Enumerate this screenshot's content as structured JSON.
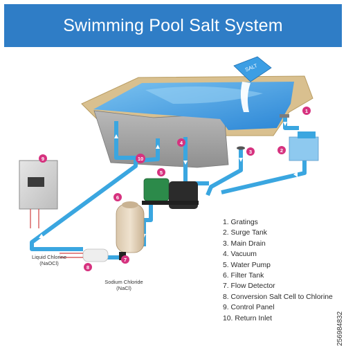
{
  "header": {
    "title": "Swimming Pool Salt System"
  },
  "legend": [
    "1. Gratings",
    "2. Surge Tank",
    "3. Main Drain",
    "4. Vacuum",
    "5. Water Pump",
    "6. Filter Tank",
    "7. Flow Detector",
    "8. Conversion Salt Cell to Chlorine",
    "9. Control Panel",
    "10. Return Inlet"
  ],
  "markers": [
    "1",
    "2",
    "3",
    "4",
    "5",
    "6",
    "7",
    "8",
    "9",
    "10"
  ],
  "labels": {
    "liquid_chlorine_line1": "Liquid Chlorine",
    "liquid_chlorine_line2": "(NaOCl)",
    "sodium_chloride_line1": "Sodium Chloride",
    "sodium_chloride_line2": "(NaCl)",
    "salt_bag": "SALT"
  },
  "stock_id": "256984832",
  "colors": {
    "header_bg": "#2f7dc6",
    "pipe": "#3aa6e0",
    "water": "#4aa3e6",
    "marker": "#d6327f"
  }
}
